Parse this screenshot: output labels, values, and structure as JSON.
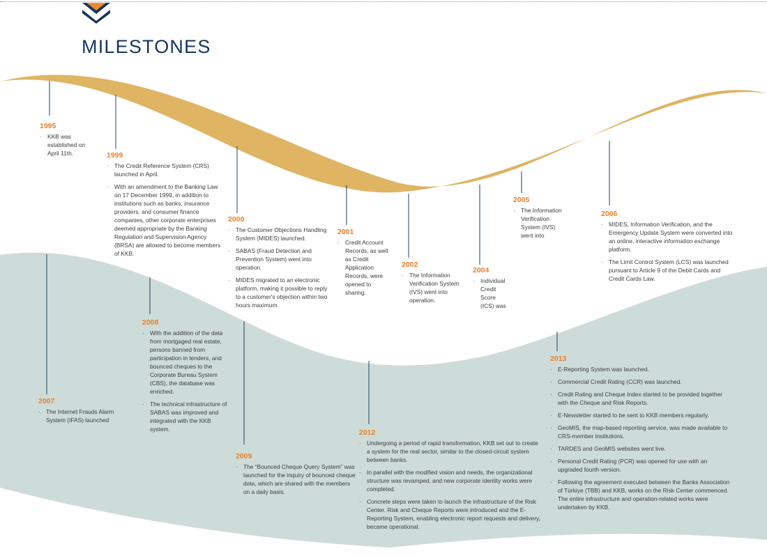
{
  "page": {
    "title": "MILESTONES"
  },
  "colors": {
    "accent": "#e8802a",
    "navy": "#16355a",
    "gold_band": "#dfb463",
    "teal_band": "#cddcd9"
  },
  "milestones": {
    "y1995": {
      "year": "1995",
      "items": [
        "KKB was established on April 11th."
      ]
    },
    "y1999": {
      "year": "1999",
      "items": [
        "The Credit Reference System (CRS) launched in April.",
        "With an amendment to the Banking Law on 17 December 1999, in addition to institutions such as banks, insurance providers, and consumer finance companies, other corporate enterprises deemed appropriate by the Banking Regulation and Supervision Agency (BRSA) are allowed to become members of KKB."
      ]
    },
    "y2000": {
      "year": "2000",
      "items": [
        "The Customer Objections Handling System (MIDES) launched.",
        "SABAS (Fraud Detection and Prevention System) went into operation.",
        "MIDES migrated to an electronic platform, making it possible to reply to a customer's objection within two hours maximum."
      ]
    },
    "y2001": {
      "year": "2001",
      "items": [
        "Credit Account Records, as well as Credit Application Records, were opened to sharing."
      ]
    },
    "y2002": {
      "year": "2002",
      "items": [
        "The Information Verification System (IVS) went into operation."
      ]
    },
    "y2004": {
      "year": "2004",
      "items": [
        "Individual Credit Score (ICS) was"
      ]
    },
    "y2005": {
      "year": "2005",
      "items": [
        "The Information Verification System (IVS) went into"
      ]
    },
    "y2006": {
      "year": "2006",
      "items": [
        "MIDES, Information Verification, and the Emergency Update System were converted into an online, interactive information exchange platform.",
        "The Limit Control System (LCS) was launched pursuant to Article 9 of the Debit Cards and Credit Cards Law."
      ]
    },
    "y2007": {
      "year": "2007",
      "items": [
        "The Internet Frauds Alarm System (IFAS) launched"
      ]
    },
    "y2008": {
      "year": "2008",
      "items": [
        "With the addition of the data from mortgaged real estate, persons banned from participation in tenders, and bounced cheques to the Corporate Bureau System (CBS), the database was enriched.",
        "The technical infrastructure of SABAS was improved and integrated with the KKB system."
      ]
    },
    "y2009": {
      "year": "2009",
      "items": [
        "The “Bounced Cheque Query System” was launched for the inquiry of bounced cheque data, which are shared with the members on a daily basis."
      ]
    },
    "y2012": {
      "year": "2012",
      "items": [
        "Undergoing a period of rapid transformation, KKB set out to create a system for the real sector, similar to the closed-circuit system between banks.",
        "In parallel with the modified vision and needs, the organizational structure was revamped, and new corporate identity works were completed.",
        "Concrete steps were taken to launch the infrastructure of the Risk Center. Risk and Cheque Reports were introduced and the E-Reporting System, enabling electronic report requests and delivery, became operational."
      ]
    },
    "y2013": {
      "year": "2013",
      "items": [
        "E-Reporting System was launched.",
        "Commercial Credit Rating (CCR) was launched.",
        "Credit Rating and Cheque Index started to be provided together with the Cheque and Risk Reports.",
        "E-Newsletter started to be sent to KKB members regularly.",
        "GeoMIS, the map-based reporting service, was made available to CRS-member institutions.",
        "TARDES and GeoMIS websites went live.",
        "Personal Credit Rating (PCR) was opened for use with an upgraded fourth version.",
        "Following the agreement executed between the Banks Association of Türkiye (TBB) and KKB, works on the Risk Center commenced. The entire infrastructure and operation-related works were undertaken by KKB."
      ]
    }
  }
}
